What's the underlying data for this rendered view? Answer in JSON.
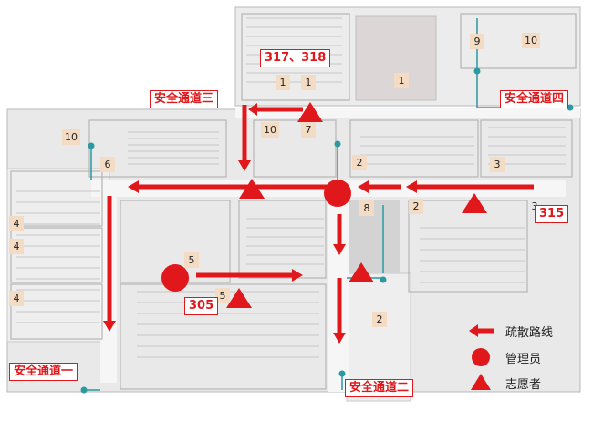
{
  "room_labels": {
    "r317_318": "317、318",
    "r305": "305",
    "r315": "315"
  },
  "exit_labels": {
    "exit1": "安全通道一",
    "exit2": "安全通道二",
    "exit3": "安全通道三",
    "exit4": "安全通道四"
  },
  "zone_numbers": [
    "1",
    "1",
    "1",
    "9",
    "10",
    "10",
    "10",
    "7",
    "6",
    "2",
    "3",
    "3",
    "2",
    "8",
    "4",
    "4",
    "4",
    "5",
    "5",
    "2"
  ],
  "legend": {
    "route": "疏散路线",
    "manager": "管理员",
    "volunteer": "志愿者"
  },
  "colors": {
    "route": "#e0181b",
    "pipe": "#2a9aa0",
    "wall": "#b8b8b8"
  }
}
